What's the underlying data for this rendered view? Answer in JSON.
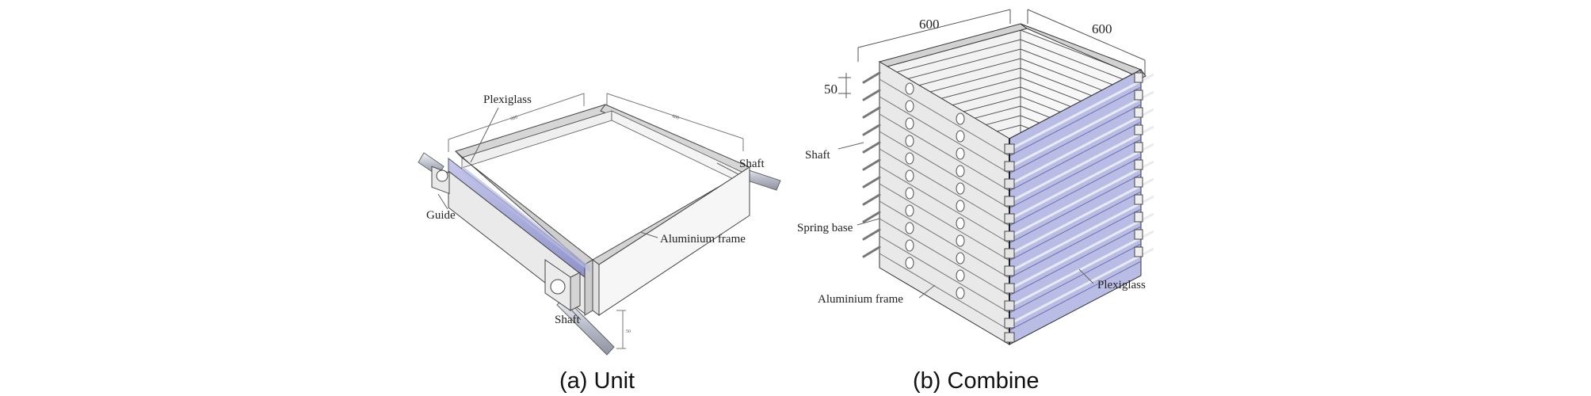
{
  "unit": {
    "labels": {
      "plexiglass": "Plexiglass",
      "shaft_right": "Shaft",
      "guide": "Guide",
      "aluminium_frame": "Aluminium frame",
      "shaft_bottom": "Shaft"
    },
    "dims": {
      "side_a": "600",
      "side_b": "600",
      "height": "50"
    },
    "caption": "(a)  Unit"
  },
  "combine": {
    "labels": {
      "shaft": "Shaft",
      "spring_base": "Spring base",
      "aluminium_frame": "Aluminium frame",
      "plexiglass": "Plexiglass"
    },
    "dims": {
      "width_left": "600",
      "width_right": "600",
      "layer_height": "50"
    },
    "caption": "(b)  Combine"
  },
  "colors": {
    "frame_top": "#d9d9d9",
    "frame_side": "#eeeeee",
    "frame_edge": "#444444",
    "plexiglass": "#a9acd8",
    "shaft": "#c8ccd6"
  }
}
